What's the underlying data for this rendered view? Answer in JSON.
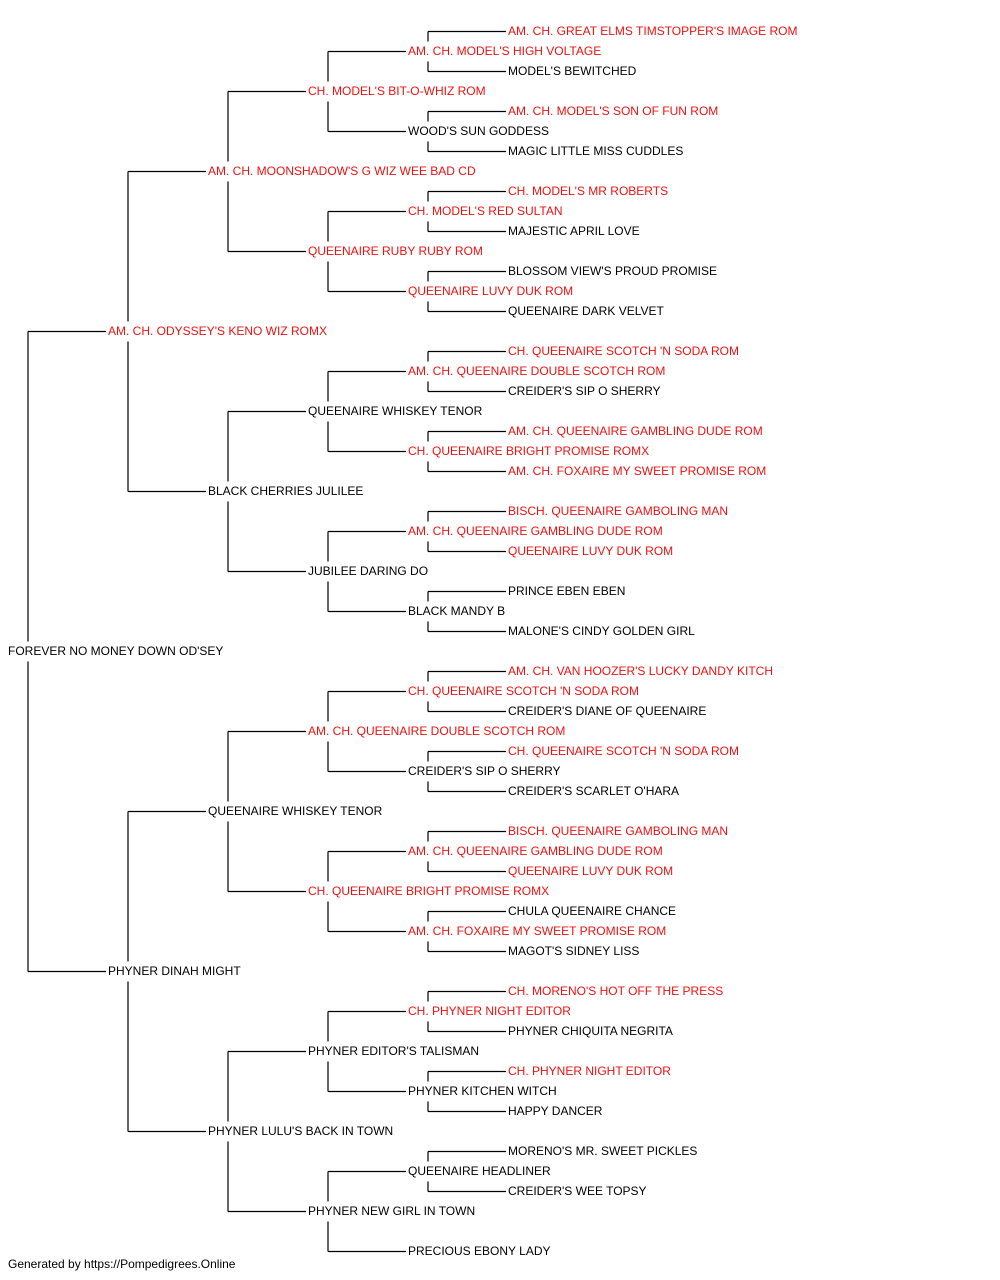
{
  "colors": {
    "champion": "#ee1111",
    "normal": "#000000",
    "line": "#000000"
  },
  "pedigree": {
    "name": "FOREVER NO MONEY DOWN OD'SEY",
    "champion": false,
    "sire": {
      "name": "AM. CH. ODYSSEY'S KENO WIZ ROMX",
      "champion": true,
      "sire": {
        "name": "AM. CH. MOONSHADOW'S G WIZ WEE BAD CD",
        "champion": true,
        "sire": {
          "name": "CH. MODEL'S BIT-O-WHIZ ROM",
          "champion": true,
          "sire": {
            "name": "AM. CH. MODEL'S HIGH VOLTAGE",
            "champion": true,
            "sire": {
              "name": "AM. CH. GREAT ELMS TIMSTOPPER'S IMAGE ROM",
              "champion": true
            },
            "dam": {
              "name": "MODEL'S BEWITCHED",
              "champion": false
            }
          },
          "dam": {
            "name": "WOOD'S SUN GODDESS",
            "champion": false,
            "sire": {
              "name": "AM. CH. MODEL'S SON OF FUN ROM",
              "champion": true
            },
            "dam": {
              "name": "MAGIC LITTLE MISS CUDDLES",
              "champion": false
            }
          }
        },
        "dam": {
          "name": "QUEENAIRE RUBY RUBY ROM",
          "champion": true,
          "sire": {
            "name": "CH. MODEL'S RED SULTAN",
            "champion": true,
            "sire": {
              "name": "CH. MODEL'S MR ROBERTS",
              "champion": true
            },
            "dam": {
              "name": "MAJESTIC APRIL LOVE",
              "champion": false
            }
          },
          "dam": {
            "name": "QUEENAIRE LUVY DUK ROM",
            "champion": true,
            "sire": {
              "name": "BLOSSOM VIEW'S PROUD PROMISE",
              "champion": false
            },
            "dam": {
              "name": "QUEENAIRE DARK VELVET",
              "champion": false
            }
          }
        }
      },
      "dam": {
        "name": "BLACK CHERRIES JULILEE",
        "champion": false,
        "sire": {
          "name": "QUEENAIRE WHISKEY TENOR",
          "champion": false,
          "sire": {
            "name": "AM. CH. QUEENAIRE DOUBLE SCOTCH ROM",
            "champion": true,
            "sire": {
              "name": "CH. QUEENAIRE SCOTCH 'N SODA ROM",
              "champion": true
            },
            "dam": {
              "name": "CREIDER'S SIP O SHERRY",
              "champion": false
            }
          },
          "dam": {
            "name": "CH. QUEENAIRE BRIGHT PROMISE ROMX",
            "champion": true,
            "sire": {
              "name": "AM. CH. QUEENAIRE GAMBLING DUDE ROM",
              "champion": true
            },
            "dam": {
              "name": "AM. CH. FOXAIRE MY SWEET PROMISE ROM",
              "champion": true
            }
          }
        },
        "dam": {
          "name": "JUBILEE DARING DO",
          "champion": false,
          "sire": {
            "name": "AM. CH. QUEENAIRE GAMBLING DUDE ROM",
            "champion": true,
            "sire": {
              "name": "BISCH. QUEENAIRE GAMBOLING MAN",
              "champion": true
            },
            "dam": {
              "name": "QUEENAIRE LUVY DUK ROM",
              "champion": true
            }
          },
          "dam": {
            "name": "BLACK MANDY B",
            "champion": false,
            "sire": {
              "name": "PRINCE EBEN EBEN",
              "champion": false
            },
            "dam": {
              "name": "MALONE'S CINDY GOLDEN GIRL",
              "champion": false
            }
          }
        }
      }
    },
    "dam": {
      "name": "PHYNER DINAH MIGHT",
      "champion": false,
      "sire": {
        "name": "QUEENAIRE WHISKEY TENOR",
        "champion": false,
        "sire": {
          "name": "AM. CH. QUEENAIRE DOUBLE SCOTCH ROM",
          "champion": true,
          "sire": {
            "name": "CH. QUEENAIRE SCOTCH 'N SODA ROM",
            "champion": true,
            "sire": {
              "name": "AM. CH. VAN HOOZER'S LUCKY DANDY KITCH",
              "champion": true
            },
            "dam": {
              "name": "CREIDER'S DIANE OF QUEENAIRE",
              "champion": false
            }
          },
          "dam": {
            "name": "CREIDER'S SIP O SHERRY",
            "champion": false,
            "sire": {
              "name": "CH. QUEENAIRE SCOTCH 'N SODA ROM",
              "champion": true
            },
            "dam": {
              "name": "CREIDER'S SCARLET O'HARA",
              "champion": false
            }
          }
        },
        "dam": {
          "name": "CH. QUEENAIRE BRIGHT PROMISE ROMX",
          "champion": true,
          "sire": {
            "name": "AM. CH. QUEENAIRE GAMBLING DUDE ROM",
            "champion": true,
            "sire": {
              "name": "BISCH. QUEENAIRE GAMBOLING MAN",
              "champion": true
            },
            "dam": {
              "name": "QUEENAIRE LUVY DUK ROM",
              "champion": true
            }
          },
          "dam": {
            "name": "AM. CH. FOXAIRE MY SWEET PROMISE ROM",
            "champion": true,
            "sire": {
              "name": "CHULA QUEENAIRE CHANCE",
              "champion": false
            },
            "dam": {
              "name": "MAGOT'S SIDNEY LISS",
              "champion": false
            }
          }
        }
      },
      "dam": {
        "name": "PHYNER LULU'S BACK IN TOWN",
        "champion": false,
        "sire": {
          "name": "PHYNER EDITOR'S TALISMAN",
          "champion": false,
          "sire": {
            "name": "CH. PHYNER NIGHT EDITOR",
            "champion": true,
            "sire": {
              "name": "CH. MORENO'S HOT OFF THE PRESS",
              "champion": true
            },
            "dam": {
              "name": "PHYNER CHIQUITA NEGRITA",
              "champion": false
            }
          },
          "dam": {
            "name": "PHYNER KITCHEN WITCH",
            "champion": false,
            "sire": {
              "name": "CH. PHYNER NIGHT EDITOR",
              "champion": true
            },
            "dam": {
              "name": "HAPPY DANCER",
              "champion": false
            }
          }
        },
        "dam": {
          "name": "PHYNER NEW GIRL IN TOWN",
          "champion": false,
          "sire": {
            "name": "QUEENAIRE HEADLINER",
            "champion": false,
            "sire": {
              "name": "MORENO'S MR. SWEET PICKLES",
              "champion": false
            },
            "dam": {
              "name": "CREIDER'S WEE TOPSY",
              "champion": false
            }
          },
          "dam": {
            "name": "PRECIOUS EBONY LADY",
            "champion": false
          }
        }
      }
    }
  },
  "footer": "Generated by https://Pompedigrees.Online"
}
